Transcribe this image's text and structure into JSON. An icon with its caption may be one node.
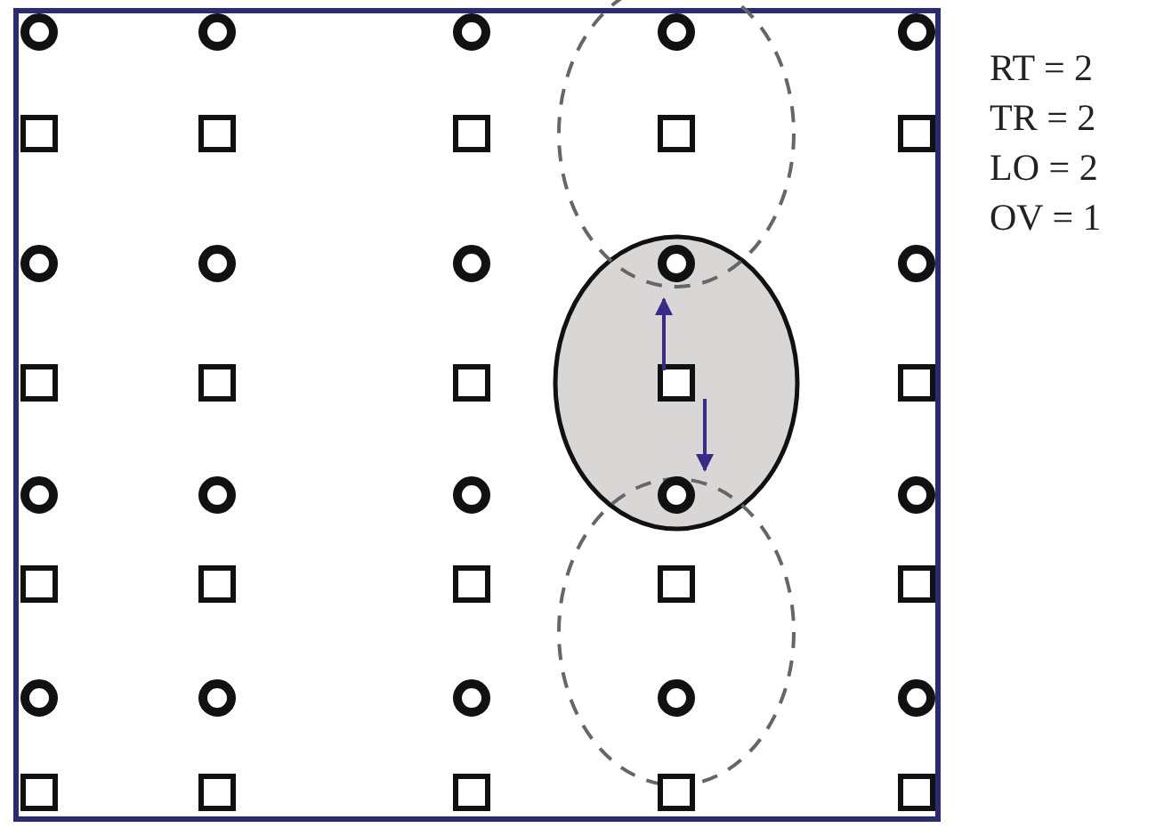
{
  "diagram": {
    "labels": [
      "RT = 2",
      "TR = 2",
      "LO = 2",
      "OV = 1"
    ]
  }
}
